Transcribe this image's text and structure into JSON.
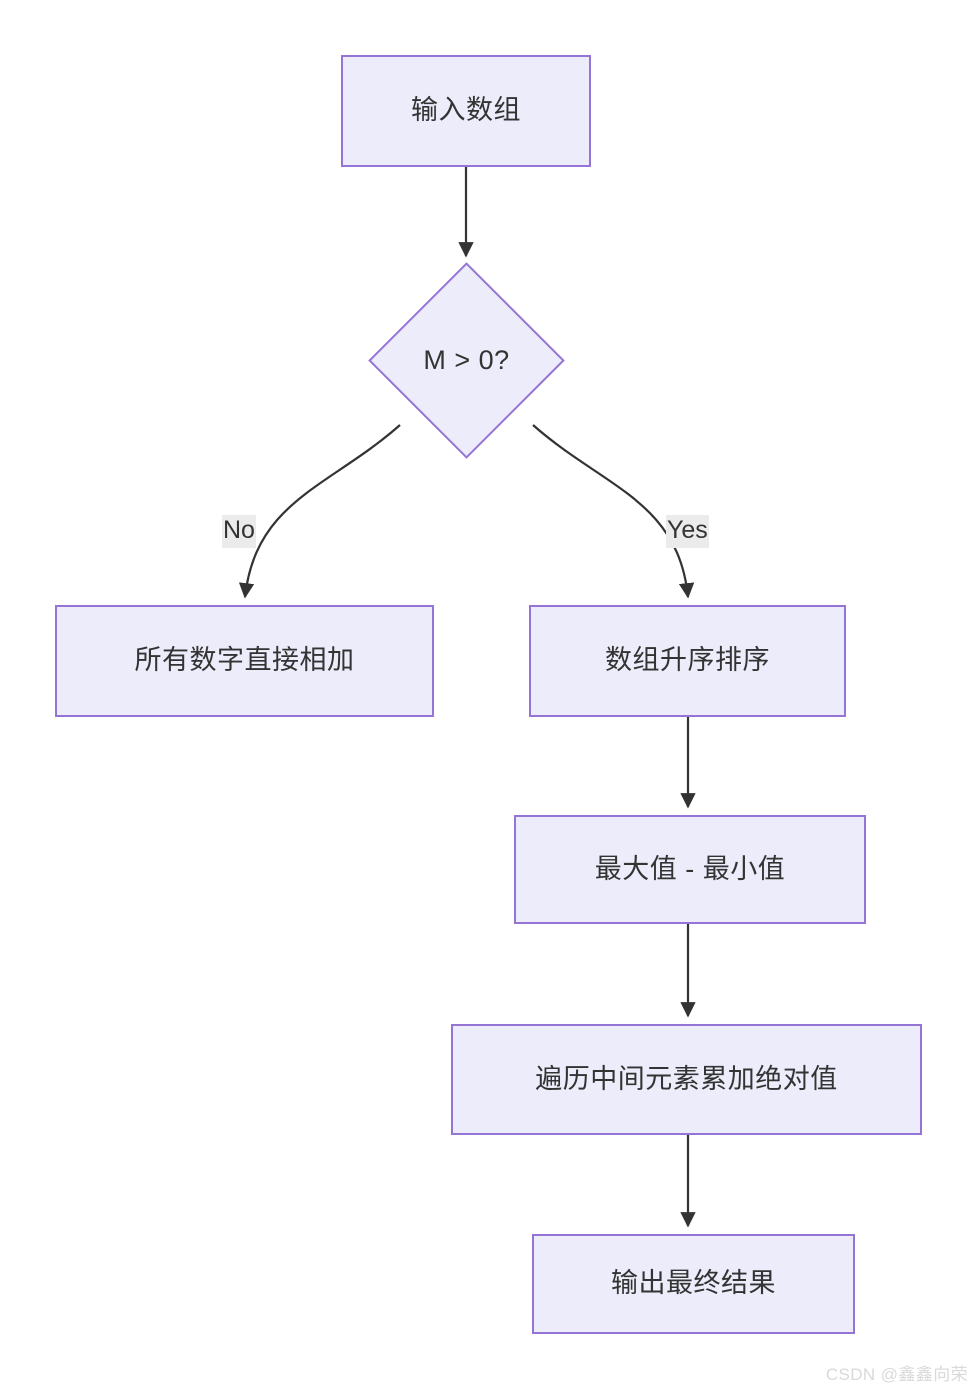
{
  "diagram": {
    "type": "flowchart",
    "title": "",
    "orientation": "top-down",
    "colors": {
      "node_fill": "#ececfb",
      "node_border": "#9474d4",
      "edge_stroke": "#333333",
      "edge_label_bg": "#ebebeb",
      "text": "#333333",
      "background": "#ffffff",
      "watermark": "#d9d9d9"
    },
    "nodes": [
      {
        "id": "n1",
        "shape": "rect",
        "label": "输入数组"
      },
      {
        "id": "n2",
        "shape": "diamond",
        "label": "M > 0?"
      },
      {
        "id": "n3",
        "shape": "rect",
        "label": "所有数字直接相加"
      },
      {
        "id": "n4",
        "shape": "rect",
        "label": "数组升序排序"
      },
      {
        "id": "n5",
        "shape": "rect",
        "label": "最大值 - 最小值"
      },
      {
        "id": "n6",
        "shape": "rect",
        "label": "遍历中间元素累加绝对值"
      },
      {
        "id": "n7",
        "shape": "rect",
        "label": "输出最终结果"
      }
    ],
    "edges": [
      {
        "from": "n1",
        "to": "n2",
        "label": ""
      },
      {
        "from": "n2",
        "to": "n3",
        "label": "No"
      },
      {
        "from": "n2",
        "to": "n4",
        "label": "Yes"
      },
      {
        "from": "n4",
        "to": "n5",
        "label": ""
      },
      {
        "from": "n5",
        "to": "n6",
        "label": ""
      },
      {
        "from": "n6",
        "to": "n7",
        "label": ""
      }
    ]
  },
  "watermark": {
    "text": "CSDN @鑫鑫向荣"
  }
}
